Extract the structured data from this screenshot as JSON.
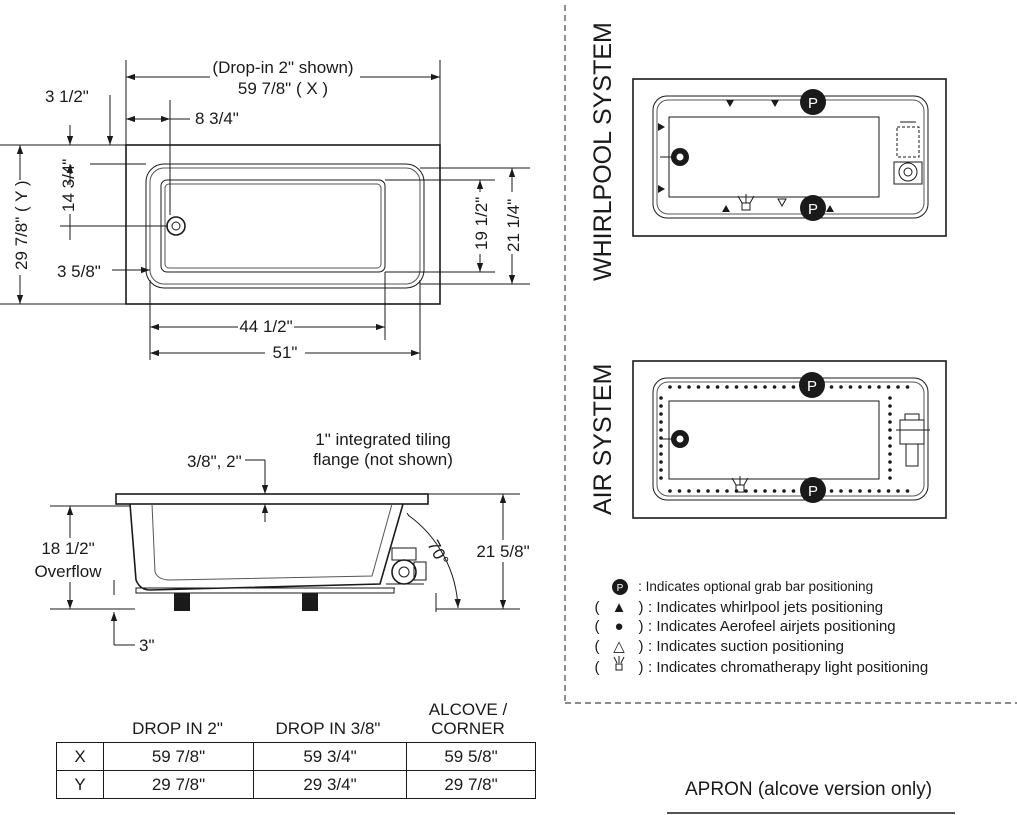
{
  "plan_view": {
    "drop_in_note": "(Drop-in 2\" shown)",
    "x_length": "59 7/8\" ( X )",
    "offset_top": "3 1/2\"",
    "drain_offset": "8 3/4\"",
    "drain_height": "14 3/4\"",
    "y_width": "29 7/8\" ( Y )",
    "side_offset": "3 5/8\"",
    "inner_width": "19 1/2\"",
    "outer_width": "21 1/4\"",
    "inner_length": "44 1/2\"",
    "outer_length": "51\""
  },
  "side_view": {
    "tiling_flange_line1": "1\" integrated tiling",
    "tiling_flange_line2": "flange (not shown)",
    "rim_thickness": "3/8\", 2\"",
    "overflow_height": "18 1/2\"",
    "overflow_label": "Overflow",
    "angle": "70°",
    "total_height": "21 5/8\"",
    "base_height": "3\""
  },
  "systems": {
    "whirlpool_title": "WHIRLPOOL SYSTEM",
    "air_title": "AIR SYSTEM",
    "grab_bar_letter": "P"
  },
  "legend": {
    "items": [
      {
        "open": "",
        "symbol": "grab-bar-icon",
        "close": "",
        "text": ": Indicates optional grab bar positioning"
      },
      {
        "open": "(",
        "symbol": "▲",
        "close": ")",
        "text": ": Indicates whirlpool jets positioning"
      },
      {
        "open": "(",
        "symbol": "●",
        "close": ")",
        "text": ": Indicates Aerofeel airjets positioning"
      },
      {
        "open": "(",
        "symbol": "△",
        "close": ")",
        "text": ": Indicates suction positioning"
      },
      {
        "open": "(",
        "symbol": "light-icon",
        "close": ")",
        "text": ": Indicates chromatherapy light positioning"
      }
    ]
  },
  "table": {
    "headers": [
      "DROP IN 2\"",
      "DROP IN 3/8\"",
      "ALCOVE /",
      "CORNER"
    ],
    "rows": [
      {
        "label": "X",
        "values": [
          "59 7/8\"",
          "59 3/4\"",
          "59 5/8\""
        ]
      },
      {
        "label": "Y",
        "values": [
          "29 7/8\"",
          "29 3/4\"",
          "29 7/8\""
        ]
      }
    ]
  },
  "apron_label": "APRON (alcove version only)"
}
